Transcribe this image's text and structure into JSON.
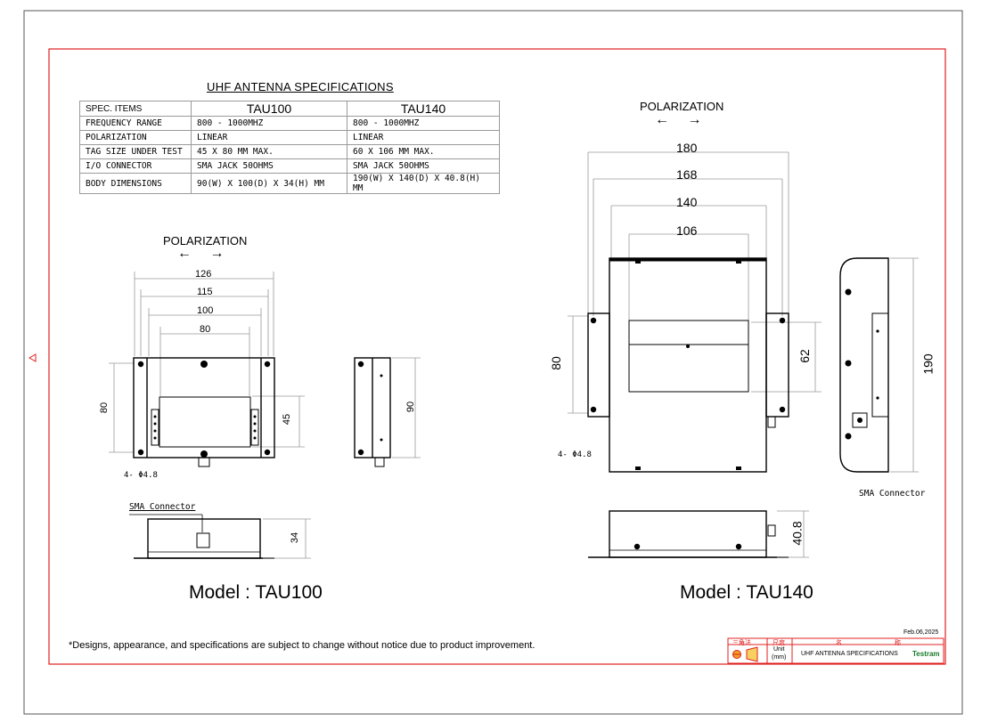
{
  "spec_table": {
    "title": "UHF ANTENNA SPECIFICATIONS",
    "header": [
      "SPEC. ITEMS",
      "TAU100",
      "TAU140"
    ],
    "rows": [
      [
        "FREQUENCY RANGE",
        "800 - 1000MHZ",
        "800 - 1000MHZ"
      ],
      [
        "POLARIZATION",
        "LINEAR",
        "LINEAR"
      ],
      [
        "TAG SIZE UNDER TEST",
        "45 X 80 MM MAX.",
        "60 X 106 MM MAX."
      ],
      [
        "I/O CONNECTOR",
        "SMA JACK 50OHMS",
        "SMA JACK 50OHMS"
      ],
      [
        "BODY DIMENSIONS",
        "90(W) X 100(D) X 34(H) MM",
        "190(W) X 140(D) X 40.8(H) MM"
      ]
    ]
  },
  "tau100": {
    "polarization_label": "POLARIZATION",
    "arrows": "← →",
    "dims_width": [
      "126",
      "115",
      "100",
      "80"
    ],
    "dim_height_left": "80",
    "dim_tag_height": "45",
    "dim_side_height": "90",
    "holes_label": "4- Φ4.8",
    "connector_label": "SMA Connector",
    "dim_front_height": "34",
    "model_label": "Model : TAU100"
  },
  "tau140": {
    "polarization_label": "POLARIZATION",
    "arrows": "← →",
    "dims_width": [
      "180",
      "168",
      "140",
      "106"
    ],
    "dim_height_left": "80",
    "dim_tag_height": "62",
    "dim_side_height": "190",
    "holes_label": "4- Φ4.8",
    "connector_label": "SMA Connector",
    "dim_front_height": "40.8",
    "model_label": "Model : TAU140"
  },
  "footer": {
    "note": "*Designs, appearance, and specifications are subject to change without notice due to product improvement.",
    "date": "Feb.06,2025",
    "tb_headers": [
      "三角法",
      "尺度",
      "名",
      "称"
    ],
    "unit_label": "Unit",
    "unit_value": "(mm)",
    "title": "UHF ANTENNA SPECIFICATIONS",
    "brand": "Testram"
  },
  "colors": {
    "frame": "#e02020",
    "line": "#000000",
    "dim": "#9a9a9a",
    "brand": "#1a7a2a"
  }
}
